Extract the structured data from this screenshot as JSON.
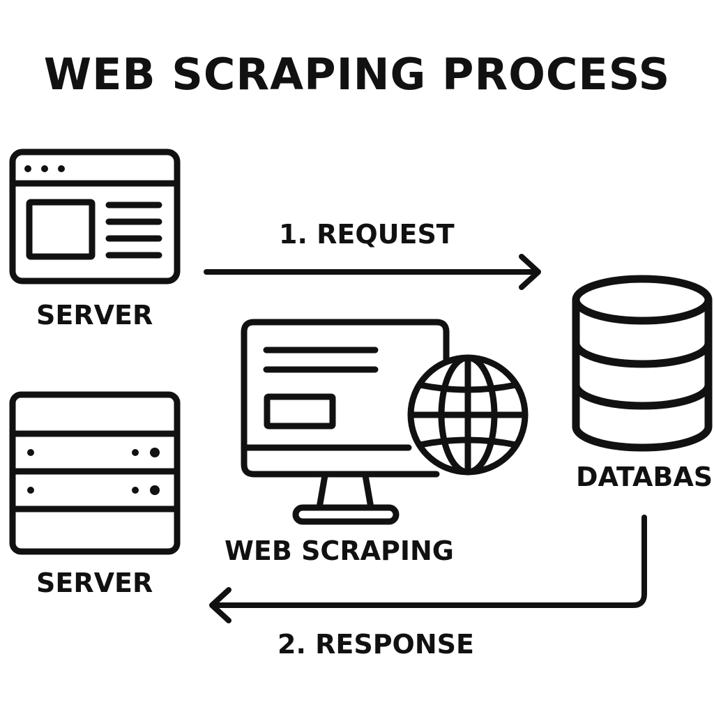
{
  "title": "WEB SCRAPING PROCESS",
  "nodes": {
    "web_server": {
      "label": "SERVER",
      "icon": "browser-window-icon"
    },
    "rack_server": {
      "label": "SERVER",
      "icon": "server-rack-icon"
    },
    "scraper": {
      "label": "WEB SCRAPING",
      "icon": "monitor-globe-icon"
    },
    "database": {
      "label": "DATABAS",
      "icon": "database-cylinder-icon"
    }
  },
  "edges": {
    "request": {
      "label": "1. REQUEST",
      "from": "web_server",
      "to": "database"
    },
    "response": {
      "label": "2. RESPONSE",
      "from": "database",
      "to": "rack_server"
    }
  },
  "colors": {
    "stroke": "#111111",
    "background": "#ffffff"
  }
}
